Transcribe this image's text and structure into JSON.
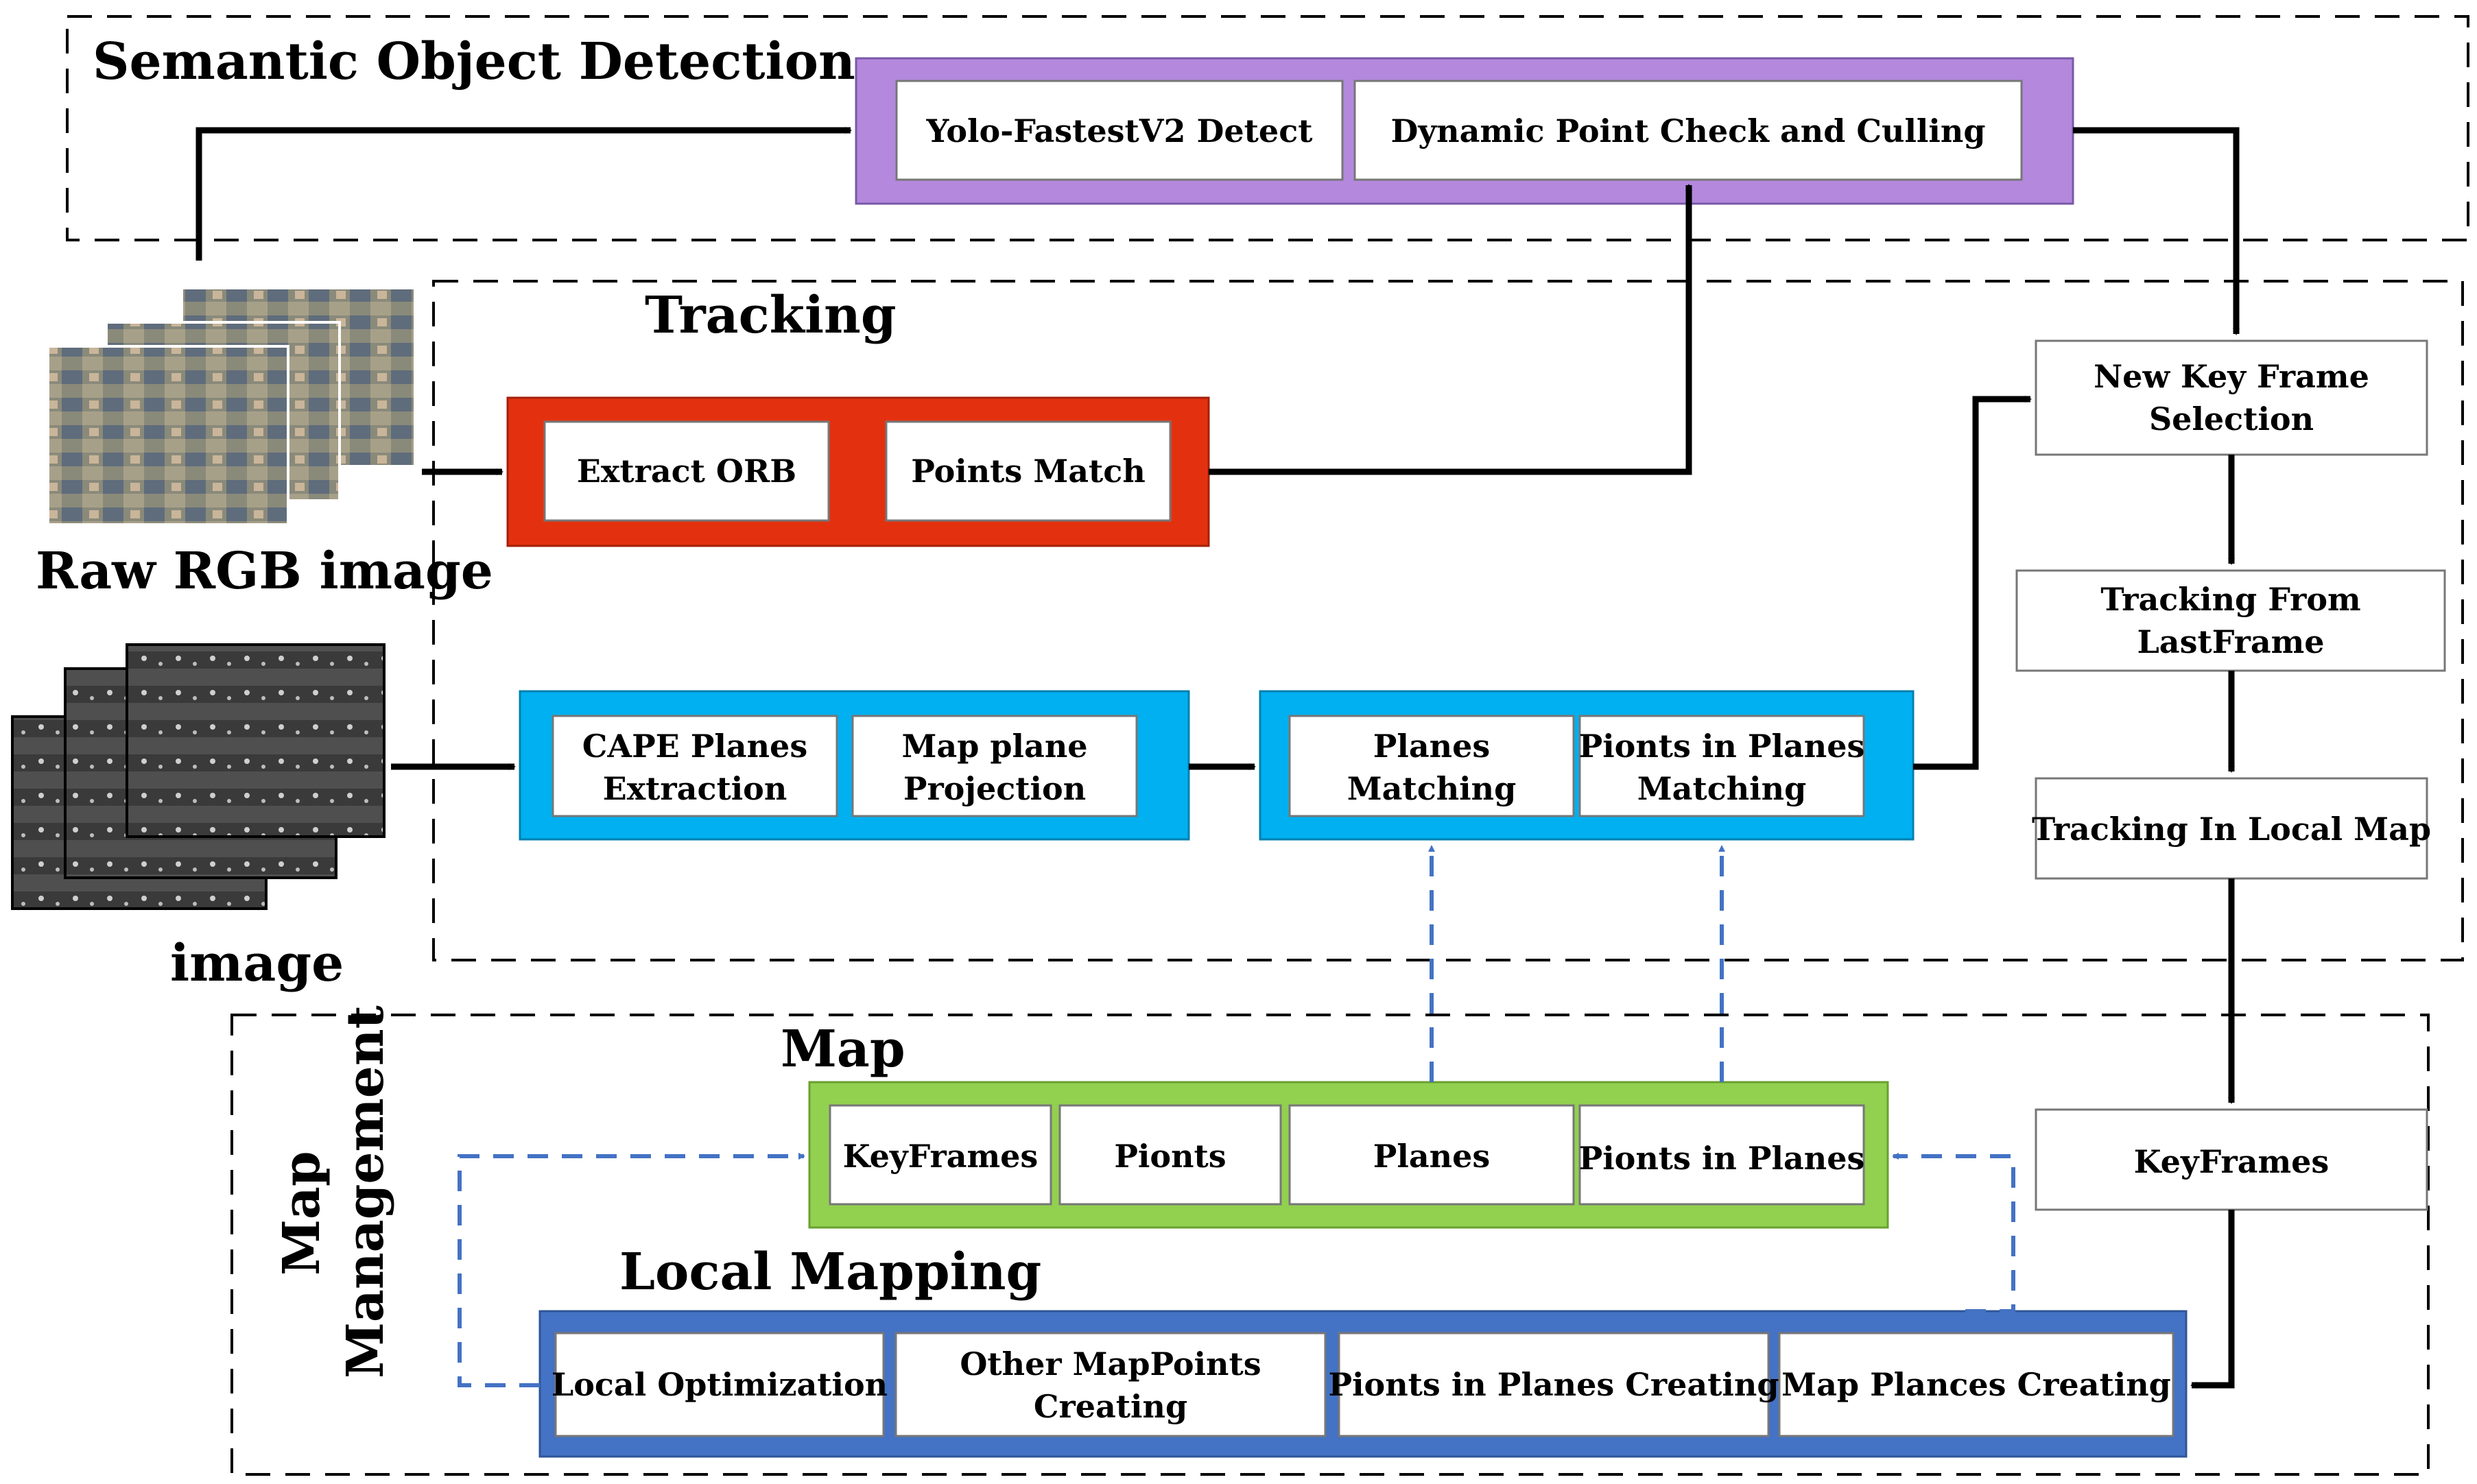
{
  "sections": {
    "semantic": "Semantic Object Detection",
    "tracking": "Tracking",
    "map": "Map",
    "local_mapping": "Local Mapping",
    "map_management": [
      "Map",
      "Management"
    ]
  },
  "inputs": {
    "rgb_label": "Raw RGB image",
    "depth_label": "image"
  },
  "boxes": {
    "yolo": [
      "Yolo-FastestV2 Detect"
    ],
    "dynamic": [
      "Dynamic Point Check and Culling"
    ],
    "extract_orb": [
      "Extract ORB"
    ],
    "points_match": [
      "Points Match"
    ],
    "cape": [
      "CAPE Planes",
      "Extraction"
    ],
    "map_plane": [
      "Map plane",
      "Projection"
    ],
    "planes_matching": [
      "Planes",
      "Matching"
    ],
    "pionts_planes_matching": [
      "Pionts in Planes",
      "Matching"
    ],
    "new_keyframe": [
      "New Key Frame",
      "Selection"
    ],
    "tracking_last": [
      "Tracking From",
      "LastFrame"
    ],
    "tracking_local": [
      "Tracking In Local Map"
    ],
    "keyframes_right": [
      "KeyFrames"
    ],
    "map_keyframes": [
      "KeyFrames"
    ],
    "map_pionts": [
      "Pionts"
    ],
    "map_planes": [
      "Planes"
    ],
    "map_pionts_planes": [
      "Pionts in Planes"
    ],
    "local_opt": [
      "Local Optimization"
    ],
    "other_mappoints": [
      "Other MapPoints",
      "Creating"
    ],
    "pionts_planes_creating": [
      "Pionts in Planes Creating"
    ],
    "map_plances": [
      "Map Plances Creating"
    ]
  },
  "colors": {
    "purple": "#b388dd",
    "red": "#e3310f",
    "cyan": "#00b0f0",
    "green": "#92d050",
    "blue": "#4472c4",
    "dashed_arrow": "#4472c4"
  }
}
